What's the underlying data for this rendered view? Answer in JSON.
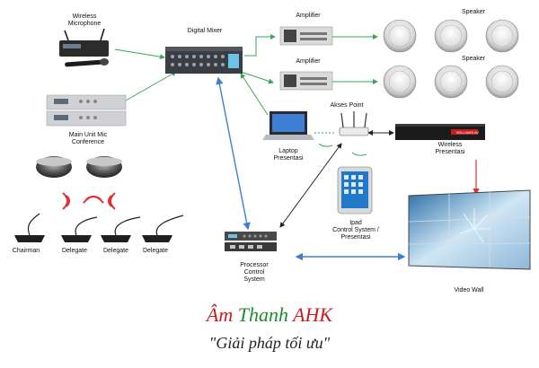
{
  "labels": {
    "wireless_mic": "Wireless\nMicrophone",
    "digital_mixer": "Digital Mixer",
    "amplifier_1": "Amplifier",
    "amplifier_2": "Amplifier",
    "speaker_1": "Speaker",
    "speaker_2": "Speaker",
    "main_unit": "Main Unit Mic\nConference",
    "laptop": "Laptop\nPresentasi",
    "access_point": "Akses Point",
    "wireless_presentasi": "Wireless\nPresentasi",
    "ipad": "Ipad\nControl System /\nPresentasi",
    "chairman": "Chairman",
    "delegate_1": "Delegate",
    "delegate_2": "Delegate",
    "delegate_3": "Delegate",
    "processor": "Processor\nControl\nSystem",
    "video_wall": "Video Wall"
  },
  "brand": {
    "word1": "Âm",
    "word2": "Thanh",
    "word3": "AHK",
    "slogan": "\"Giải pháp tối ưu\"",
    "colors": {
      "word1": "#c81e1e",
      "word2": "#1e8c2e",
      "word3": "#c81e1e"
    }
  },
  "device_brand": "WILLIAMS AV",
  "colors": {
    "arrow_green": "#3aa655",
    "arrow_blue": "#3f7fd0",
    "arrow_red": "#e03030",
    "arrow_black": "#222222"
  }
}
